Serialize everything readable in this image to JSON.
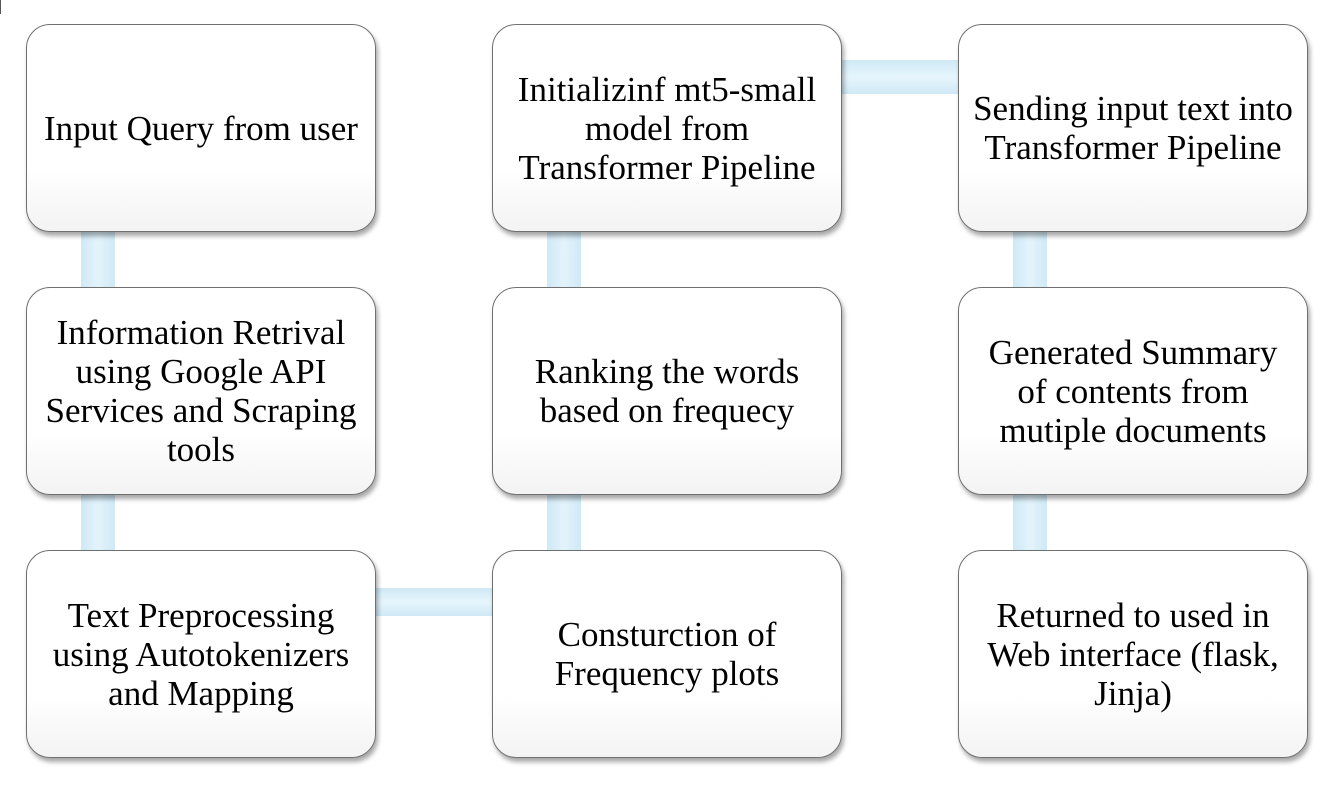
{
  "diagram": {
    "connector_color": "#d4ecf7",
    "box_border_color": "#707070",
    "nodes": [
      {
        "id": "input-query",
        "label": "Input Query from user"
      },
      {
        "id": "information-retrieval",
        "label": "Information Retrival using Google API Services and Scraping tools"
      },
      {
        "id": "text-preprocessing",
        "label": "Text Preprocessing using Autotokenizers and Mapping"
      },
      {
        "id": "construction-frequency",
        "label": "Consturction of Frequency plots"
      },
      {
        "id": "ranking-words",
        "label": "Ranking the words based on frequecy"
      },
      {
        "id": "initialize-model",
        "label": "Initializinf mt5-small model from Transformer Pipeline"
      },
      {
        "id": "sending-input",
        "label": "Sending input text into Transformer Pipeline"
      },
      {
        "id": "generated-summary",
        "label": "Generated Summary of contents from mutiple documents"
      },
      {
        "id": "returned-web",
        "label": "Returned to used in Web interface (flask, Jinja)"
      }
    ]
  }
}
